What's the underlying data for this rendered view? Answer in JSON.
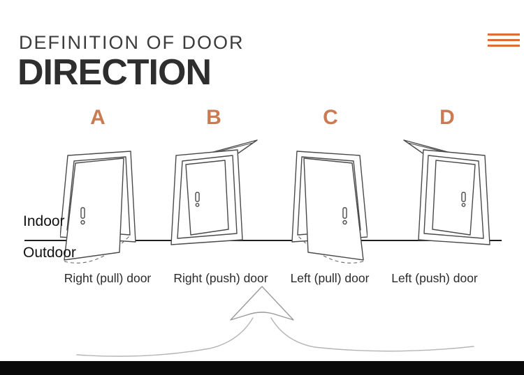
{
  "header": {
    "title_line1": "DEFINITION OF DOOR",
    "title_line2": "DIRECTION",
    "menu_icon": "hamburger-icon",
    "menu_color": "#e06c3c"
  },
  "diagram": {
    "letter_color": "#ca7b52",
    "baseline": {
      "indoor_label": "Indoor",
      "outdoor_label": "Outdoor"
    },
    "doors": [
      {
        "letter": "A",
        "caption": "Right (pull) door",
        "type": "pull",
        "mirrored": false
      },
      {
        "letter": "B",
        "caption": "Right (push) door",
        "type": "push",
        "mirrored": false
      },
      {
        "letter": "C",
        "caption": "Left (pull) door",
        "type": "pull",
        "mirrored": true
      },
      {
        "letter": "D",
        "caption": "Left (push) door",
        "type": "push",
        "mirrored": true
      }
    ]
  },
  "footer": {
    "bar_color": "#0a0a0a"
  }
}
